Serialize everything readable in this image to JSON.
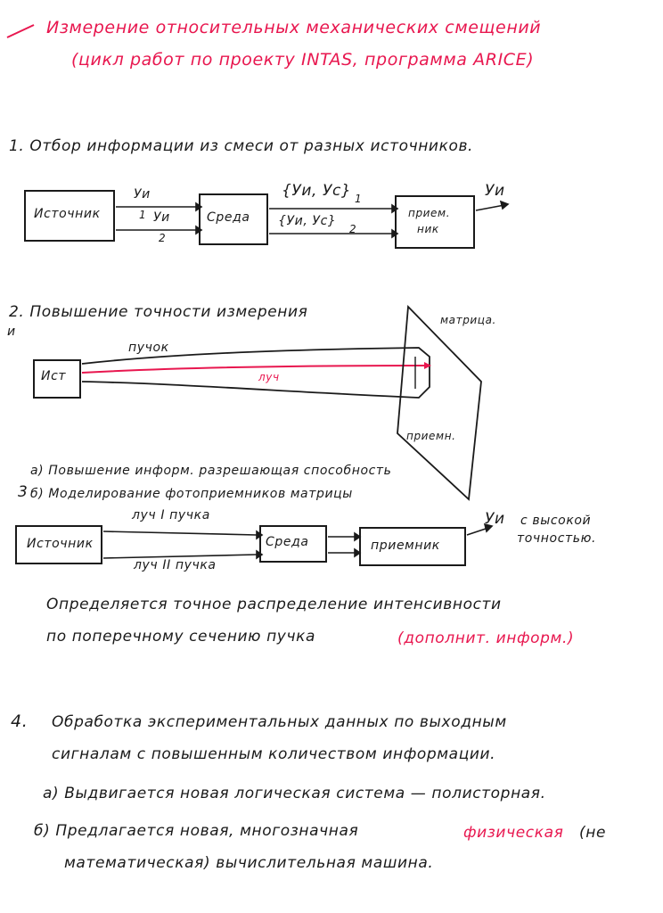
{
  "header": {
    "line1": "Измерение относительных механических смещений",
    "line2": "(цикл работ по проекту INTAS, программа ARICE)",
    "color": "#e8174f"
  },
  "section1": {
    "title": "1. Отбор информации из смеси от разных источников.",
    "source": "Источник",
    "medium": "Среда",
    "receiver_line1": "прием.",
    "receiver_line2": "ник",
    "arrow1_label": "Уи",
    "arrow1_index": "1",
    "arrow2_label": "Уи",
    "arrow2_index": "2",
    "mix1": "{Уи, Уc}",
    "mix1_index": "1",
    "mix2": "{Уи, Уc}",
    "mix2_index": "2",
    "output": "Уи"
  },
  "section2": {
    "title": "2. Повышение точности измерения",
    "title_cont": "и",
    "source": "Ист",
    "beam_label": "пучок",
    "ray_label": "луч",
    "matrix_label": "матрица.",
    "receiver_label": "приемн.",
    "item_a": "а) Повышение информ. разрешающая способность",
    "item_b_num": "3",
    "item_b": "б) Моделирование фотоприемников матрицы"
  },
  "section3": {
    "source": "Источник",
    "medium": "Среда",
    "receiver": "приемник",
    "ray1": "луч I пучка",
    "ray2": "луч II пучка",
    "output": "Уи",
    "output_note_line1": "с высокой",
    "output_note_line2": "точностью.",
    "text_line1": "Определяется точное распределение интенсивности",
    "text_line2": "по поперечному сечению пучка",
    "text_red": "(дополнит. информ.)"
  },
  "section4": {
    "num": "4.",
    "line1": "Обработка экспериментальных данных по выходным",
    "line2": "сигналам с повышенным количеством информации.",
    "item_a": "а) Выдвигается новая логическая система — полисторная.",
    "item_b_start": "б) Предлагается новая, многозначная",
    "item_b_red": "физическая",
    "item_b_end": "(не",
    "item_b_line2": "математическая) вычислительная машина."
  }
}
